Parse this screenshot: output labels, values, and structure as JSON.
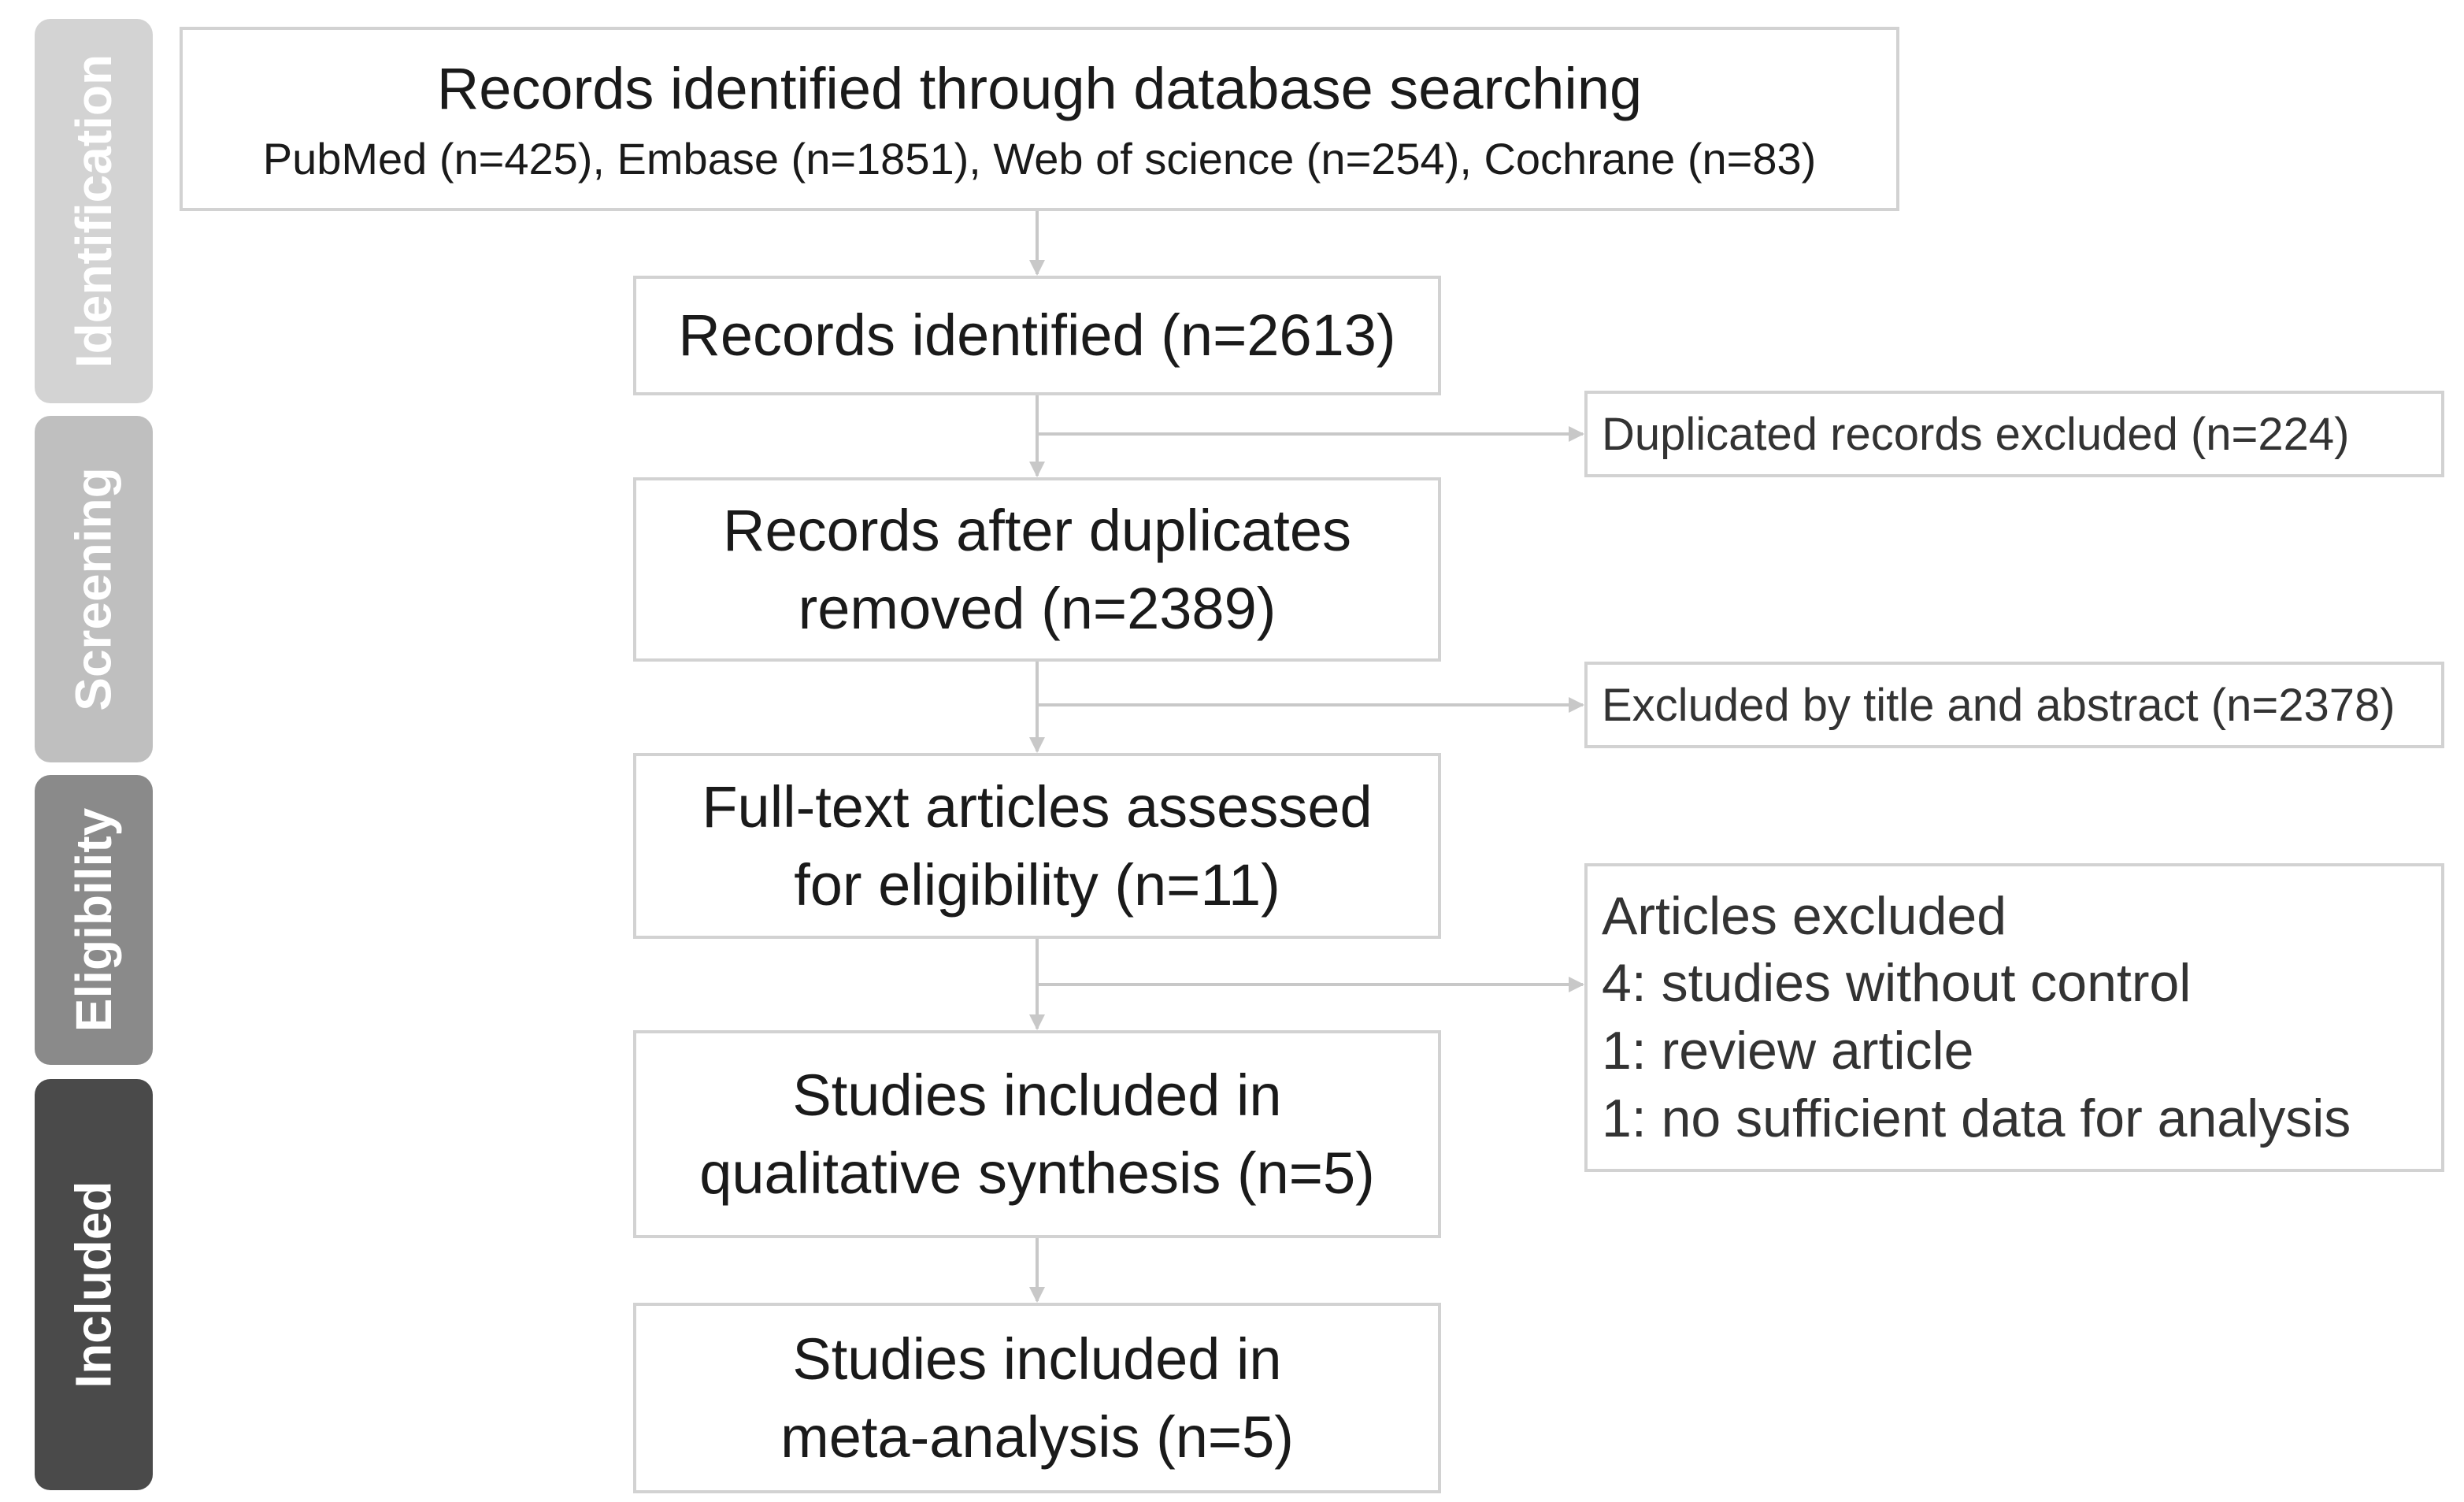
{
  "stages": {
    "identification": "Identification",
    "screening": "Screening",
    "eligibility": "Eligibility",
    "included": "Included"
  },
  "flow": {
    "search": {
      "title": "Records identified through database searching",
      "sources": "PubMed (n=425), Embase (n=1851), Web of science (n=254), Cochrane (n=83)"
    },
    "identified": "Records identified (n=2613)",
    "after_duplicates": [
      "Records after duplicates",
      "removed (n=2389)"
    ],
    "full_text": [
      "Full-text articles assessed",
      "for eligibility (n=11)"
    ],
    "qualitative": [
      "Studies included in",
      "qualitative synthesis (n=5)"
    ],
    "meta": [
      "Studies included in",
      "meta-analysis (n=5)"
    ]
  },
  "exclusions": {
    "duplicates": "Duplicated records excluded (n=224)",
    "title_abstract": "Excluded by title and abstract (n=2378)",
    "articles": {
      "heading": "Articles excluded",
      "reasons": [
        "4: studies without control",
        "1: review article",
        "1: no sufficient data for analysis"
      ]
    }
  },
  "colors": {
    "identification_tab": "#d3d3d3",
    "screening_tab": "#bfbfbf",
    "eligibility_tab": "#8a8a8a",
    "included_tab": "#4a4a4a",
    "box_border": "#d2d2d2",
    "connector": "#c8c8c8"
  }
}
